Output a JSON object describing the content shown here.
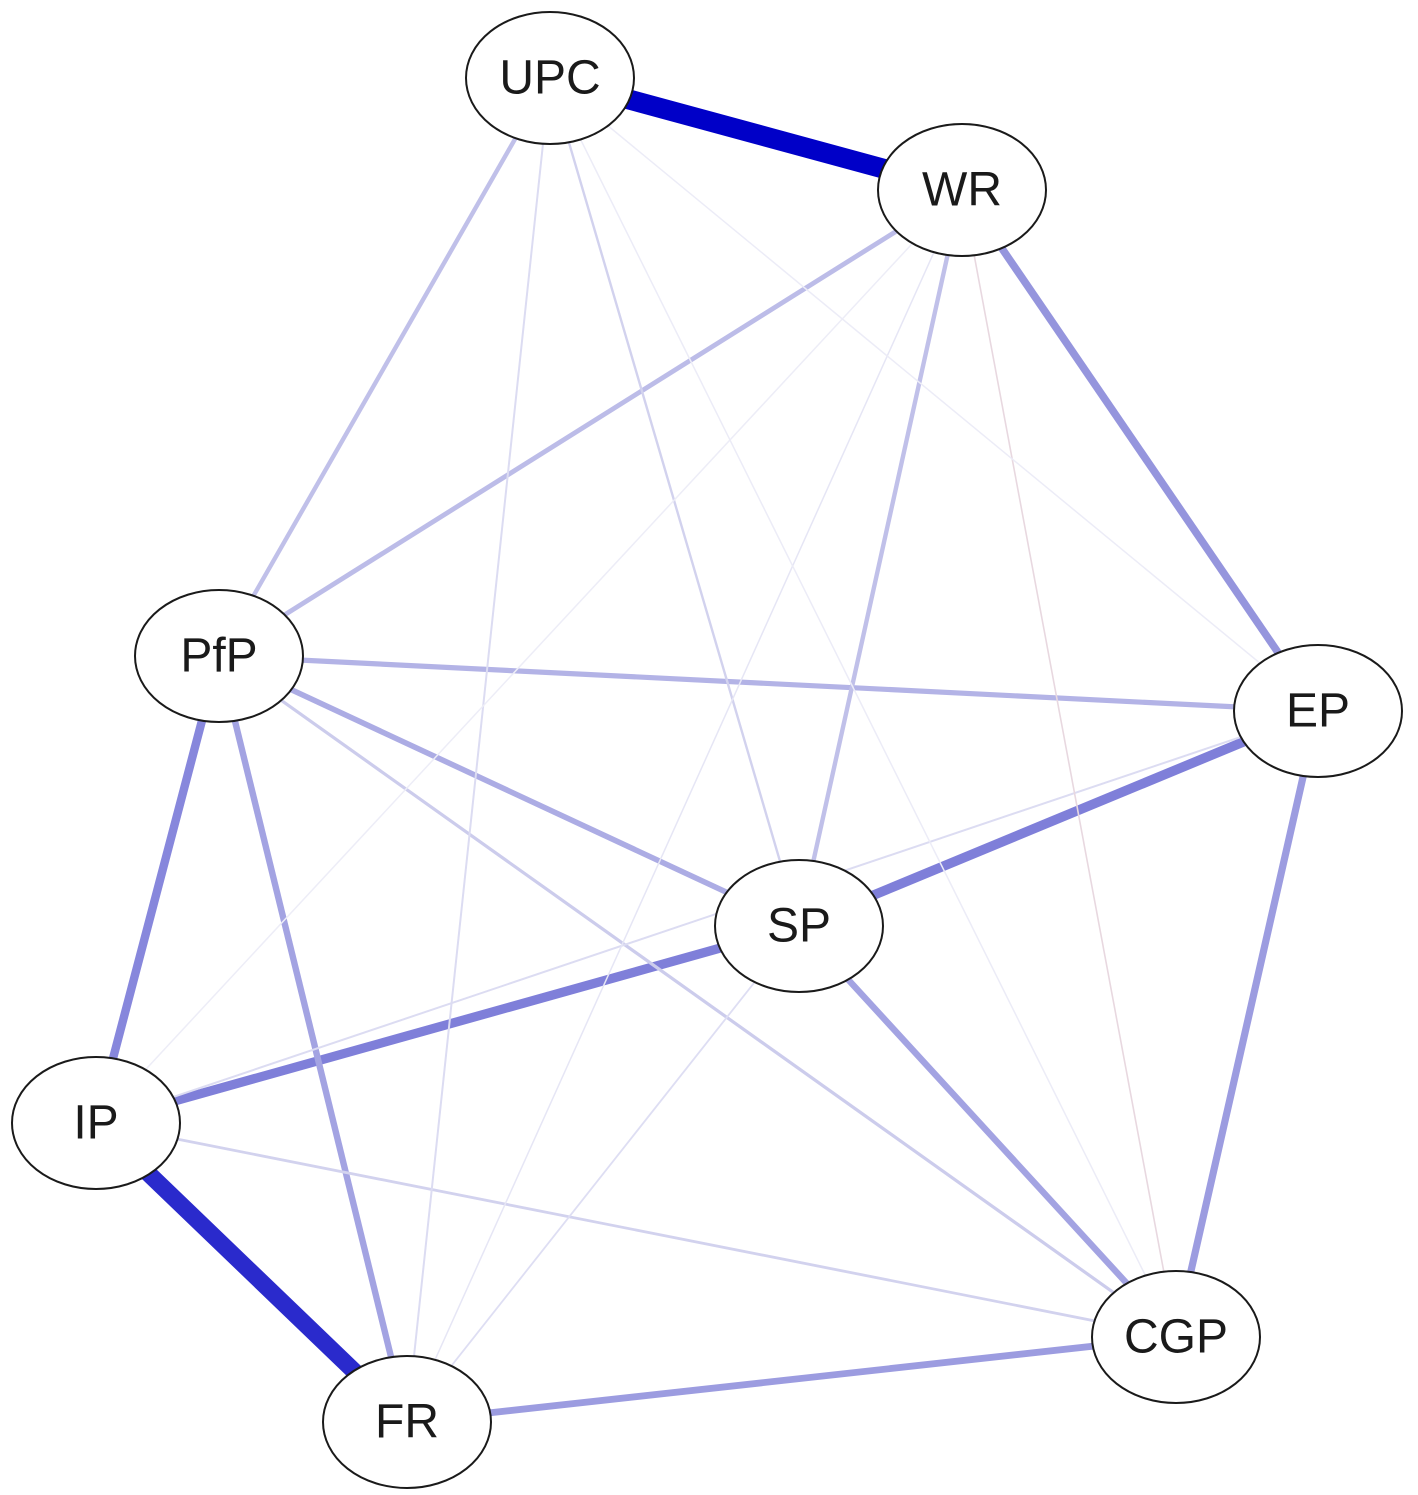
{
  "nodes": [
    {
      "id": "UPC",
      "label": "UPC"
    },
    {
      "id": "WR",
      "label": "WR"
    },
    {
      "id": "PfP",
      "label": "PfP"
    },
    {
      "id": "EP",
      "label": "EP"
    },
    {
      "id": "SP",
      "label": "SP"
    },
    {
      "id": "IP",
      "label": "IP"
    },
    {
      "id": "CGP",
      "label": "CGP"
    },
    {
      "id": "FR",
      "label": "FR"
    }
  ],
  "edges": [
    {
      "source": "UPC",
      "target": "WR",
      "strength": 1.0,
      "color": "#0000c8"
    },
    {
      "source": "IP",
      "target": "FR",
      "strength": 0.85,
      "color": "#2a2acc"
    },
    {
      "source": "SP",
      "target": "EP",
      "strength": 0.48,
      "color": "#7f7fd9"
    },
    {
      "source": "IP",
      "target": "SP",
      "strength": 0.46,
      "color": "#7f7fd9"
    },
    {
      "source": "PfP",
      "target": "IP",
      "strength": 0.42,
      "color": "#8787dc"
    },
    {
      "source": "WR",
      "target": "EP",
      "strength": 0.38,
      "color": "#9595dd"
    },
    {
      "source": "EP",
      "target": "CGP",
      "strength": 0.36,
      "color": "#9c9ce0"
    },
    {
      "source": "FR",
      "target": "CGP",
      "strength": 0.34,
      "color": "#9c9ce0"
    },
    {
      "source": "PfP",
      "target": "FR",
      "strength": 0.32,
      "color": "#a3a3e2"
    },
    {
      "source": "SP",
      "target": "CGP",
      "strength": 0.32,
      "color": "#a3a3e2"
    },
    {
      "source": "PfP",
      "target": "SP",
      "strength": 0.28,
      "color": "#acace4"
    },
    {
      "source": "PfP",
      "target": "EP",
      "strength": 0.26,
      "color": "#b3b3e6"
    },
    {
      "source": "WR",
      "target": "PfP",
      "strength": 0.24,
      "color": "#bcbce8"
    },
    {
      "source": "UPC",
      "target": "PfP",
      "strength": 0.22,
      "color": "#c0c0e9"
    },
    {
      "source": "WR",
      "target": "SP",
      "strength": 0.22,
      "color": "#c0c0e9"
    },
    {
      "source": "PfP",
      "target": "CGP",
      "strength": 0.16,
      "color": "#ccccec"
    },
    {
      "source": "IP",
      "target": "CGP",
      "strength": 0.14,
      "color": "#d2d2ee"
    },
    {
      "source": "UPC",
      "target": "SP",
      "strength": 0.12,
      "color": "#d2d2ee"
    },
    {
      "source": "UPC",
      "target": "FR",
      "strength": 0.1,
      "color": "#dcdcf2"
    },
    {
      "source": "IP",
      "target": "EP",
      "strength": 0.1,
      "color": "#dcdcf2"
    },
    {
      "source": "SP",
      "target": "FR",
      "strength": 0.09,
      "color": "#dedef3"
    },
    {
      "source": "WR",
      "target": "CGP",
      "strength": 0.08,
      "color": "#e8d8e0"
    },
    {
      "source": "WR",
      "target": "FR",
      "strength": 0.06,
      "color": "#e6e6f5"
    },
    {
      "source": "UPC",
      "target": "EP",
      "strength": 0.05,
      "color": "#ececf7"
    },
    {
      "source": "UPC",
      "target": "CGP",
      "strength": 0.05,
      "color": "#ececf7"
    },
    {
      "source": "PfP",
      "target": "WR2",
      "strength": 0.0,
      "color": "#ffffff"
    },
    {
      "source": "IP",
      "target": "WR",
      "strength": 0.05,
      "color": "#ededf7"
    },
    {
      "source": "SP",
      "target": "IP2",
      "strength": 0.0,
      "color": "#ffffff"
    }
  ]
}
